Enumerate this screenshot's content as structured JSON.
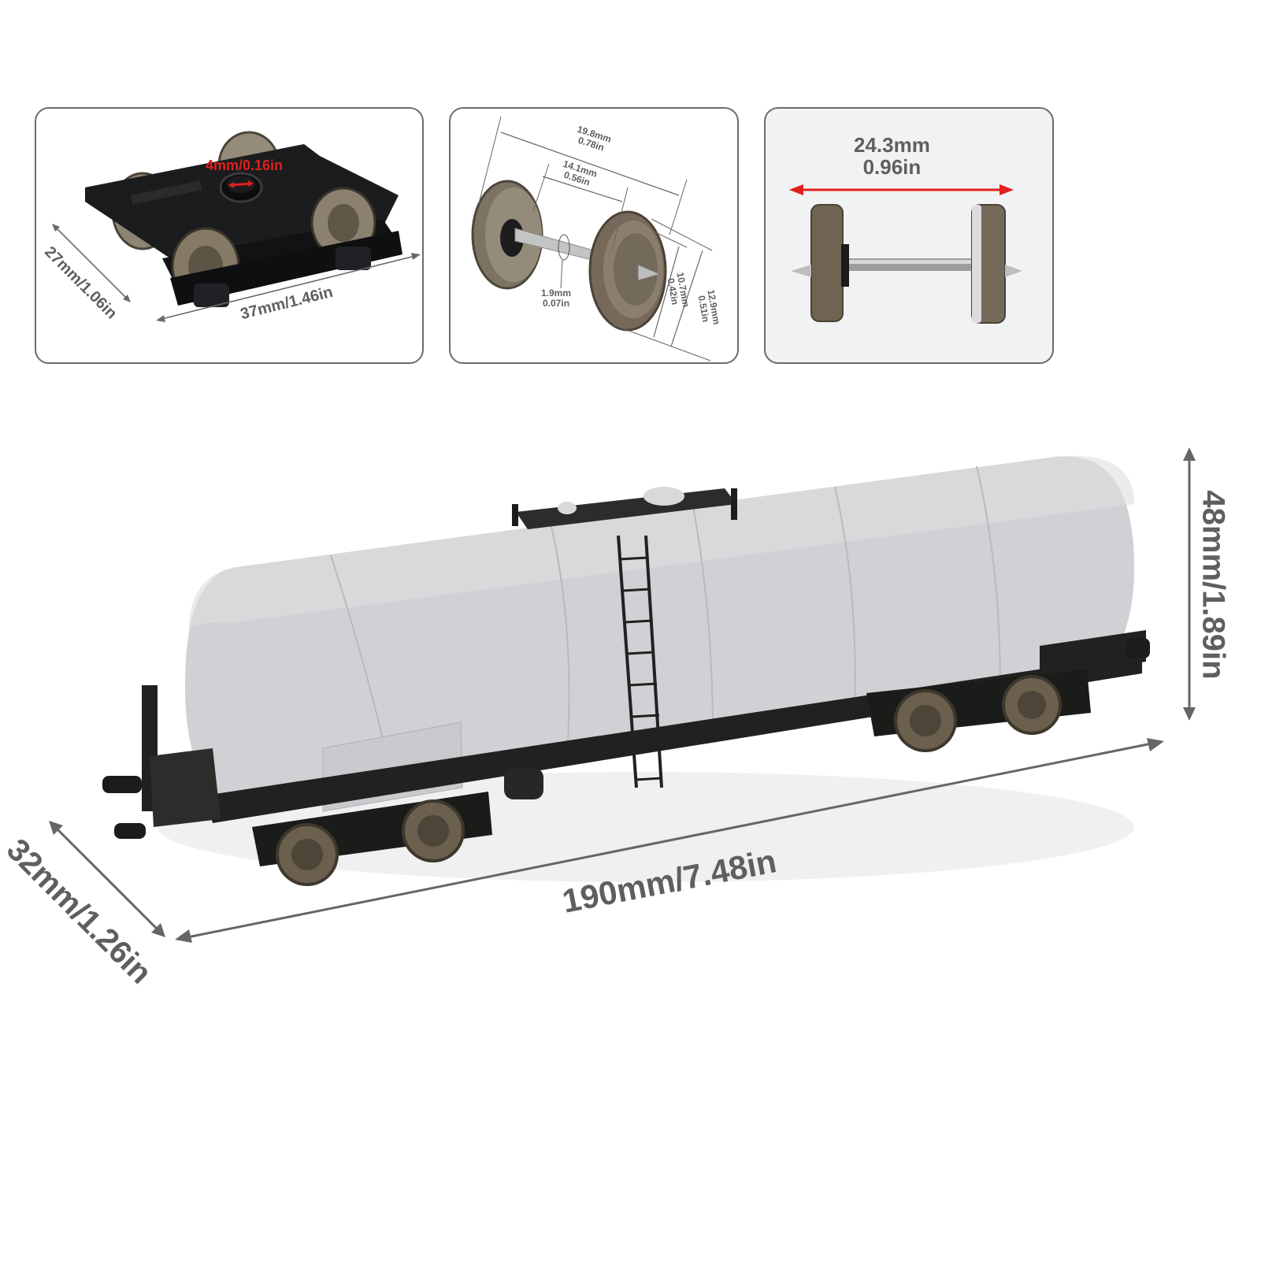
{
  "panels": [
    {
      "id": "bogie",
      "subject": "bogie",
      "labels": {
        "pivot": "4mm/0.16in",
        "width": "27mm/1.06in",
        "length": "37mm/1.46in"
      }
    },
    {
      "id": "wheelset",
      "subject": "wheelset",
      "labels": {
        "outer_width_mm": "19.8mm",
        "outer_width_in": "0.78in",
        "back_to_back_mm": "14.1mm",
        "back_to_back_in": "0.56in",
        "axle_mm": "1.9mm",
        "axle_in": "0.07in",
        "tread_dia_mm": "10.7mm",
        "tread_dia_in": "0.42in",
        "flange_dia_mm": "12.9mm",
        "flange_dia_in": "0.51in"
      }
    },
    {
      "id": "axle-length",
      "subject": "axle-length",
      "labels": {
        "length_mm": "24.3mm",
        "length_in": "0.96in"
      }
    }
  ],
  "main": {
    "subject": "tank-wagon",
    "labels": {
      "length": "190mm/7.48in",
      "width": "32mm/1.26in",
      "height": "48mm/1.89in"
    }
  },
  "colors": {
    "dimension_gray": "#5f5f5f",
    "accent_red": "#e31e1e",
    "tank_gray": "#cfd1d4",
    "frame_black": "#1f221f",
    "wheel_bronze": "#7a6d58"
  }
}
